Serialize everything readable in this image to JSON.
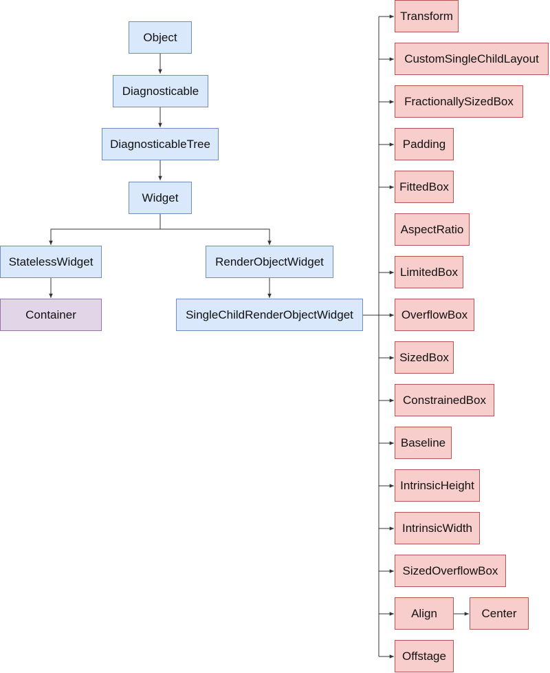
{
  "colors": {
    "class_fill": "#dae8fc",
    "class_border": "#6c8ebf",
    "leaf_fill": "#e1d5e7",
    "leaf_border": "#9673a6",
    "subclass_fill": "#f8cecc",
    "subclass_border": "#b85450",
    "edge": "#333333"
  },
  "nodes": {
    "object": "Object",
    "diagnosticable": "Diagnosticable",
    "diagnosticable_tree": "DiagnosticableTree",
    "widget": "Widget",
    "stateless_widget": "StatelessWidget",
    "render_object_widget": "RenderObjectWidget",
    "container": "Container",
    "single_child_render_object_widget": "SingleChildRenderObjectWidget",
    "transform": "Transform",
    "custom_single_child_layout": "CustomSingleChildLayout",
    "fractionally_sized_box": "FractionallySizedBox",
    "padding": "Padding",
    "fitted_box": "FittedBox",
    "aspect_ratio": "AspectRatio",
    "limited_box": "LimitedBox",
    "overflow_box": "OverflowBox",
    "sized_box": "SizedBox",
    "constrained_box": "ConstrainedBox",
    "baseline": "Baseline",
    "intrinsic_height": "IntrinsicHeight",
    "intrinsic_width": "IntrinsicWidth",
    "sized_overflow_box": "SizedOverflowBox",
    "align": "Align",
    "center": "Center",
    "offstage": "Offstage"
  }
}
